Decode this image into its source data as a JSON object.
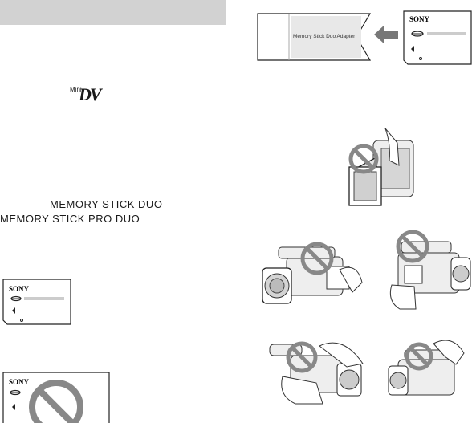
{
  "logos": {
    "mini_dv_small": "Mini",
    "mini_dv_big": "DV",
    "memory_stick_duo": "MEMORY STICK DUO",
    "memory_stick_pro_duo": "MEMORY STICK PRO DUO"
  },
  "cards": {
    "brand": "SONY",
    "adapter_label": "Memory Stick Duo Adapter"
  },
  "colors": {
    "prohibit": "#888888",
    "header_bar": "#d2d2d2",
    "arrow": "#777777"
  }
}
